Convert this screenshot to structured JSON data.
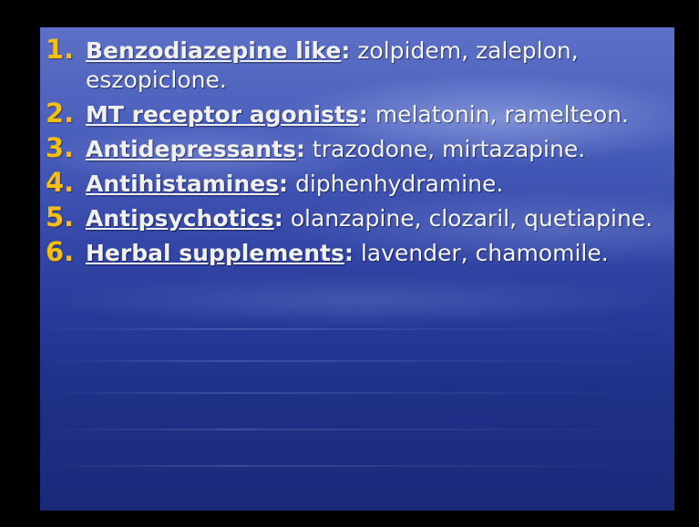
{
  "slide": {
    "items": [
      {
        "number": "1.",
        "term": "Benzodiazepine like",
        "colon": ":",
        "description": " zolpidem, zaleplon, eszopiclone."
      },
      {
        "number": "2.",
        "term": "MT receptor agonists",
        "colon": ":",
        "description": " melatonin, ramelteon."
      },
      {
        "number": "3.",
        "term": "Antidepressants",
        "colon": ":",
        "description": " trazodone, mirtazapine."
      },
      {
        "number": "4.",
        "term": "Antihistamines",
        "colon": ":",
        "description": " diphenhydramine."
      },
      {
        "number": "5.",
        "term": "Antipsychotics",
        "colon": ":",
        "description": " olanzapine, clozaril, quetiapine."
      },
      {
        "number": "6.",
        "term": "Herbal supplements",
        "colon": ":",
        "description": " lavender, chamomile."
      }
    ]
  },
  "colors": {
    "number": "#f2bf14",
    "text": "#ffffff",
    "background_top": "#5c70c6",
    "background_bottom": "#1a2a7a",
    "frame": "#000000"
  }
}
